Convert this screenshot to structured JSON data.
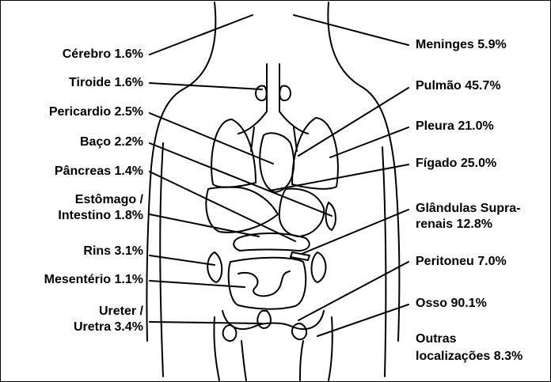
{
  "labels_left": {
    "cerebro": "Cérebro  1.6%",
    "tiroide": "Tiroide  1.6%",
    "pericardio": "Pericardio  2.5%",
    "baco": "Baço  2.2%",
    "pancreas": "Pâncreas  1.4%",
    "estomago_1": "Estômago /",
    "estomago_2": "Intestino  1.8%",
    "rins": "Rins  3.1%",
    "mesenterio": "Mesentério  1.1%",
    "ureter_1": "Ureter /",
    "ureter_2": "Uretra  3.4%"
  },
  "labels_right": {
    "meninges": "Meninges  5.9%",
    "pulmao": "Pulmão  45.7%",
    "pleura": "Pleura  21.0%",
    "figado": "Fígado  25.0%",
    "glandulas_1": "Glândulas Supra-",
    "glandulas_2": "renais  12.8%",
    "peritoneu": "Peritoneu  7.0%",
    "osso": "Osso  90.1%",
    "outras_1": "Outras",
    "outras_2": "localizações  8.3%"
  },
  "colors": {
    "ink": "#000000",
    "background": "#ffffff"
  }
}
